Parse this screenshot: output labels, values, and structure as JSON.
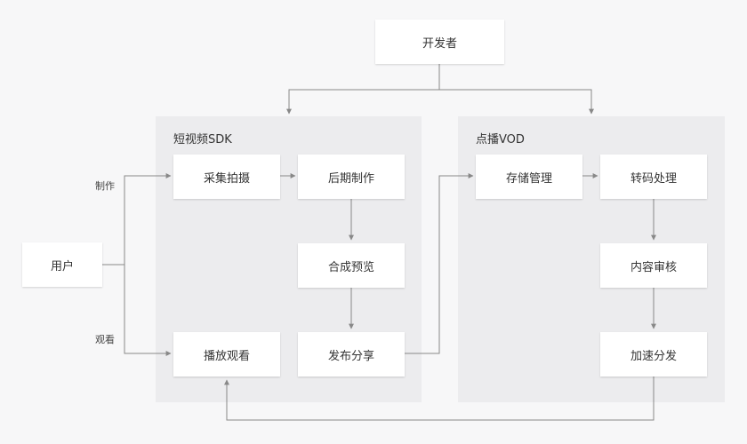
{
  "groups": {
    "sdk": {
      "title": "短视频SDK"
    },
    "vod": {
      "title": "点播VOD"
    }
  },
  "nodes": {
    "developer": "开发者",
    "user": "用户",
    "capture": "采集拍摄",
    "post_production": "后期制作",
    "compose_preview": "合成预览",
    "publish_share": "发布分享",
    "play_watch": "播放观看",
    "storage_mgmt": "存储管理",
    "transcode": "转码处理",
    "content_review": "内容审核",
    "cdn_delivery": "加速分发"
  },
  "edge_labels": {
    "make": "制作",
    "watch": "观看"
  },
  "colors": {
    "background": "#f7f7f8",
    "panel": "#ececee",
    "node": "#ffffff",
    "connector": "#888888"
  }
}
